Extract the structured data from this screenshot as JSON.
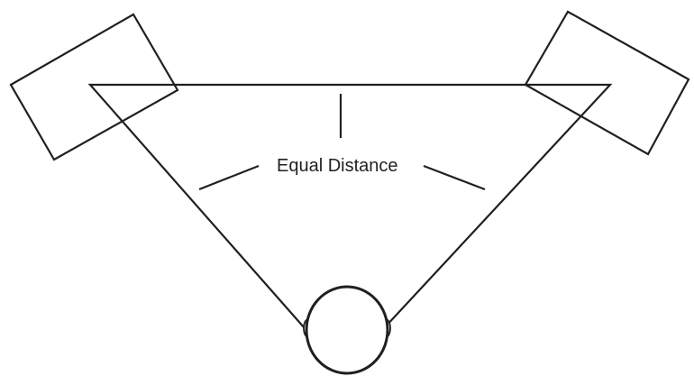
{
  "diagram": {
    "label": "Equal Distance",
    "stroke_color": "#231f20",
    "background_color": "#ffffff",
    "elements": {
      "left_speaker": "rectangle",
      "right_speaker": "rectangle",
      "listener": "head-top-view"
    }
  }
}
